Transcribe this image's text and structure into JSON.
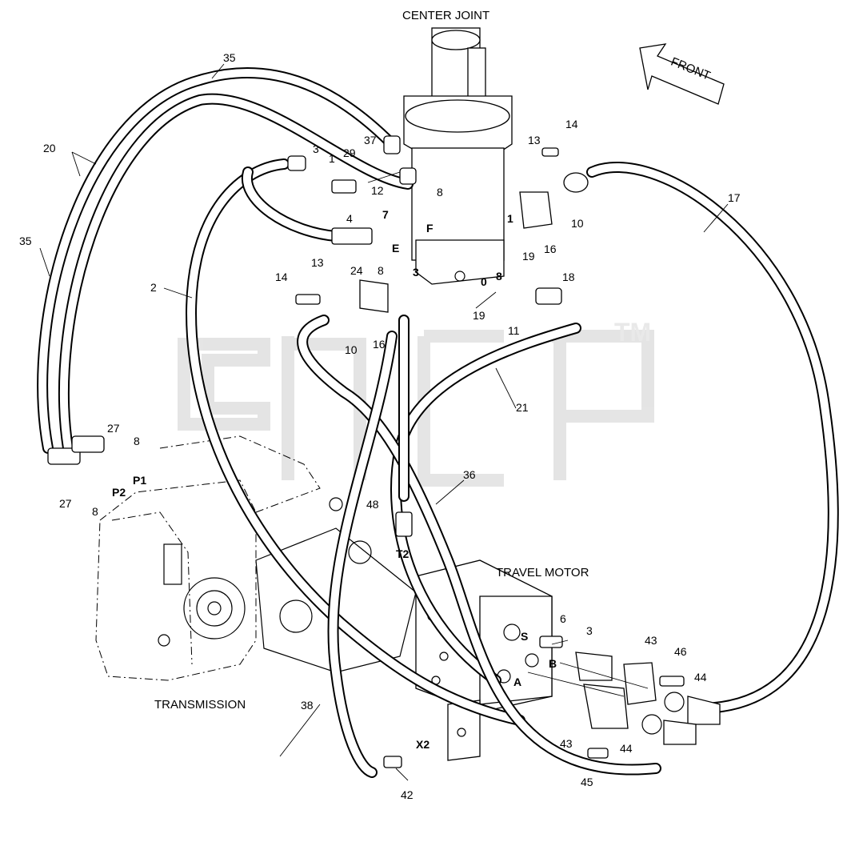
{
  "titles": {
    "center_joint": "CENTER JOINT",
    "travel_motor": "TRAVEL MOTOR",
    "transmission": "TRANSMISSION",
    "front": "FRONT",
    "watermark_tm": "TM"
  },
  "port_labels": {
    "E": "E",
    "F": "F",
    "P1": "P1",
    "P2": "P2",
    "T2": "T2",
    "X2": "X2",
    "S": "S",
    "A": "A",
    "B": "B",
    "c1": "1",
    "c3": "3",
    "c7": "7",
    "c0": "0",
    "c8": "8"
  },
  "callouts": {
    "n35a": "35",
    "n35b": "35",
    "n20": "20",
    "n2": "2",
    "n3a": "3",
    "n1a": "1",
    "n29": "29",
    "n37": "37",
    "n12": "12",
    "n4": "4",
    "n8a": "8",
    "n24": "24",
    "n8b": "8",
    "n13a": "13",
    "n14a": "14",
    "n10a": "10",
    "n16a": "16",
    "n13b": "13",
    "n14b": "14",
    "n17": "17",
    "n10b": "10",
    "n16b": "16",
    "n19a": "19",
    "n18": "18",
    "n19b": "19",
    "n11": "11",
    "n21": "21",
    "n27a": "27",
    "n8c": "8",
    "n27b": "27",
    "n8d": "8",
    "n36": "36",
    "n48": "48",
    "n6": "6",
    "n3b": "3",
    "n43a": "43",
    "n46": "46",
    "n44a": "44",
    "n43b": "43",
    "n44b": "44",
    "n45": "45",
    "n38": "38",
    "n42": "42"
  }
}
